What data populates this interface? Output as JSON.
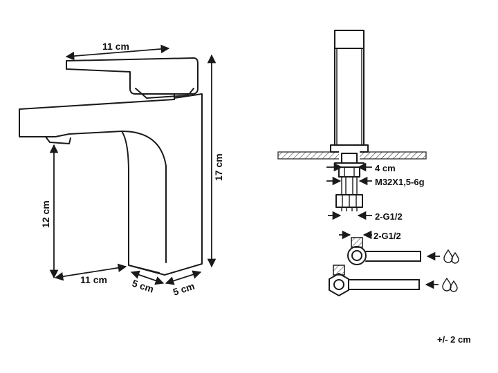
{
  "faucet": {
    "lever_width": "11 cm",
    "total_height": "17 cm",
    "spout_clearance_height": "12 cm",
    "spout_reach": "11 cm",
    "base_depth": "5 cm",
    "base_width": "5 cm"
  },
  "installation": {
    "mount_hole": "4 cm",
    "thread_spec": "M32X1,5-6g",
    "hose_connector_lower": "2-G1/2",
    "hose_connector_upper": "2-G1/2"
  },
  "tolerance": "+/- 2 cm",
  "icons": {
    "water_supply_hot": "water-drops-icon",
    "water_supply_cold": "water-drops-icon"
  }
}
